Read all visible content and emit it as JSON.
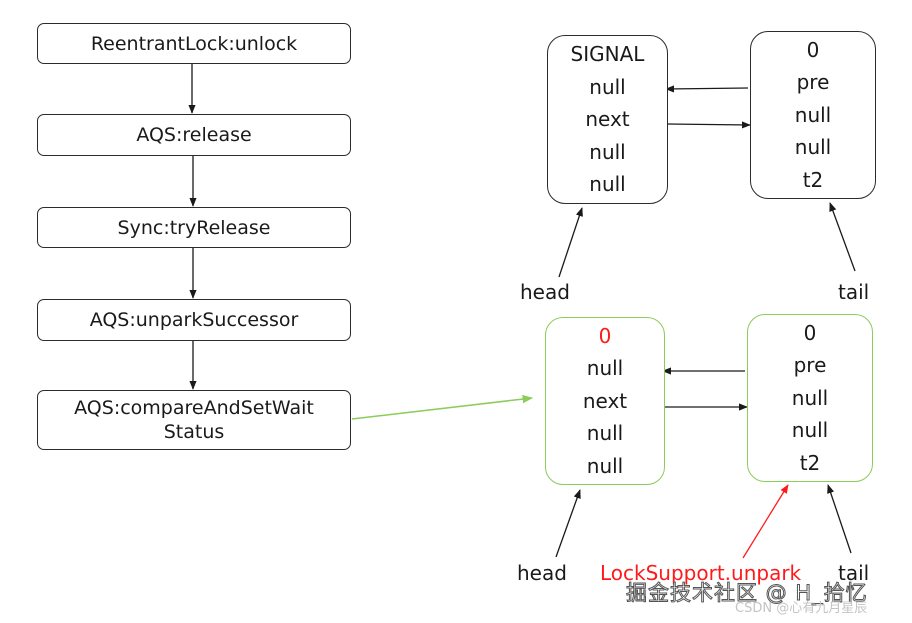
{
  "flow": {
    "steps": [
      {
        "label": "ReentrantLock:unlock"
      },
      {
        "label": "AQS:release"
      },
      {
        "label": "Sync:tryRelease"
      },
      {
        "label": "AQS:unparkSuccessor"
      },
      {
        "label_line1": "AQS:compareAndSetWait",
        "label_line2": "Status"
      }
    ]
  },
  "before": {
    "head_node": {
      "fields": [
        "SIGNAL",
        "null",
        "next",
        "null",
        "null"
      ]
    },
    "tail_node": {
      "fields": [
        "0",
        "pre",
        "null",
        "null",
        "t2"
      ]
    },
    "head_label": "head",
    "tail_label": "tail"
  },
  "after": {
    "head_node": {
      "fields": [
        "0",
        "null",
        "next",
        "null",
        "null"
      ],
      "changed_field_color": "#ff1a1a"
    },
    "tail_node": {
      "fields": [
        "0",
        "pre",
        "null",
        "null",
        "t2"
      ]
    },
    "head_label": "head",
    "unpark_label": "LockSupport.unpark",
    "tail_label": "tail"
  },
  "colors": {
    "highlight_red": "#ff1a1a",
    "state_green": "#8ccc5a",
    "stroke": "#2b2b2b"
  },
  "watermarks": {
    "juejin": "掘金技术社区 @ H_拾忆",
    "csdn": "CSDN @心有九月星辰"
  }
}
